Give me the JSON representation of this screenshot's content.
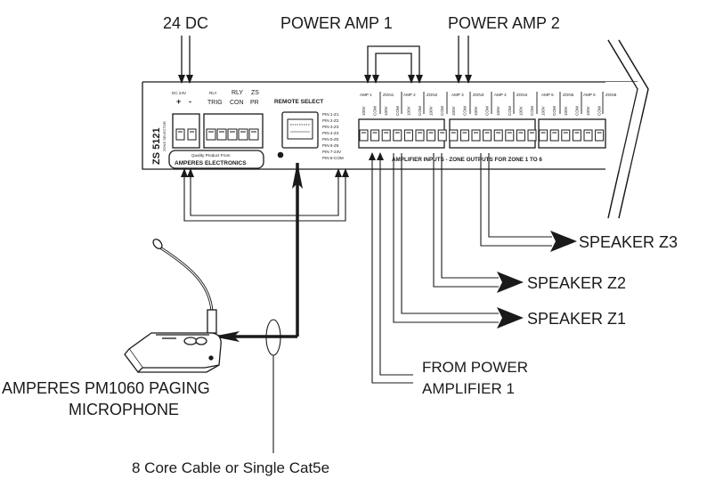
{
  "top_labels": {
    "dc_24": "24 DC",
    "power_amp_1": "POWER AMP 1",
    "power_amp_2": "POWER AMP 2"
  },
  "device": {
    "model": "ZS 5121",
    "subtitle": "ZONE SELECTOR",
    "dc_label": "DC 24V",
    "dc_plus": "+",
    "dc_minus": "-",
    "rly_trig_top": "RLY",
    "rly_trig_bottom": "TRIG",
    "rly_con_top": "RLY",
    "rly_con_bottom": "CON",
    "zs_pr_top": "ZS",
    "zs_pr_bottom": "PR",
    "quality_line": "Quality Product From",
    "brand_line": "AMPERES ELECTRONICS",
    "remote_select": "REMOTE SELECT",
    "pin_list": [
      "PIN 1-Z1",
      "PIN 2-Z2",
      "PIN 3-Z3",
      "PIN 4-Z4",
      "PIN 5-Z5",
      "PIN 6-Z6",
      "PIN 7-24V",
      "PIN 8-COM"
    ],
    "terminal_group_labels": [
      "AMP 1",
      "ZON1",
      "AMP 2",
      "ZON2",
      "AMP 3",
      "ZON3",
      "AMP 4",
      "ZON4",
      "AMP 5",
      "ZON5",
      "AMP 6",
      "ZON6"
    ],
    "terminal_pins": [
      "100V",
      "COM"
    ],
    "bottom_strip": "AMPLIFIER INPUTS - ZONE OUTPUTS FOR ZONE 1 TO 6"
  },
  "outputs": {
    "speaker_z1": "SPEAKER Z1",
    "speaker_z2": "SPEAKER Z2",
    "speaker_z3": "SPEAKER Z3"
  },
  "from_power": {
    "line1": "FROM POWER",
    "line2": "AMPLIFIER 1"
  },
  "microphone": {
    "line1": "AMPERES PM1060 PAGING",
    "line2": "MICROPHONE"
  },
  "cable_label": "8 Core Cable or Single Cat5e"
}
